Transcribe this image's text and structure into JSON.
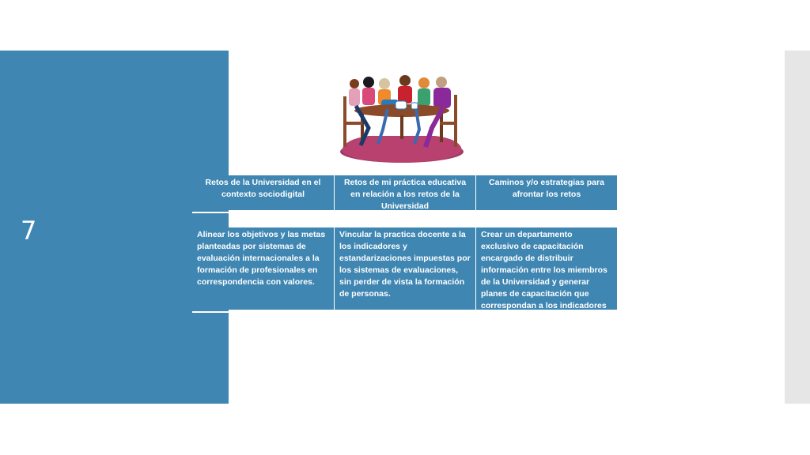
{
  "slide": {
    "number": "7"
  },
  "colors": {
    "band": "#3f86b2",
    "side_strip": "#e6e6e6",
    "text_on_band": "#ffffff"
  },
  "illustration": {
    "icon": "people-meeting-at-table-icon"
  },
  "table": {
    "headers": [
      "Retos de la Universidad en el contexto sociodigital",
      "Retos de mi práctica educativa en relación a los retos de la Universidad",
      "Caminos y/o estrategias para afrontar los retos"
    ],
    "row": [
      "Alinear los objetivos y las metas planteadas por sistemas de evaluación internacionales a la formación de profesionales en correspondencia con valores.",
      "Vincular la practica docente a la los indicadores y estandarizaciones impuestas por los sistemas de evaluaciones, sin perder de vista la formación de personas.",
      "Crear un departamento exclusivo de capacitación encargado de distribuir información entre los miembros de la Universidad y generar planes de capacitación que correspondan a los indicadores planteados."
    ]
  }
}
